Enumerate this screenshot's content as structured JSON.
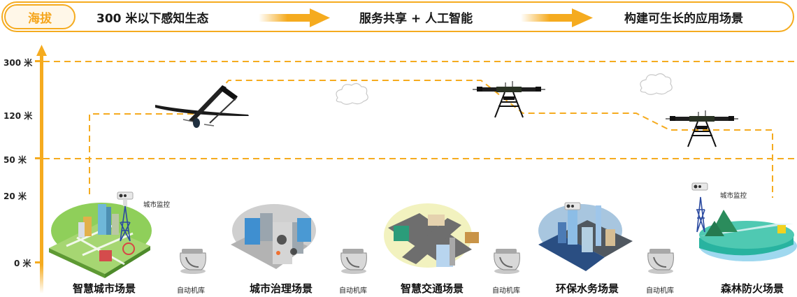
{
  "banner": {
    "pill_label": "海拔",
    "stage1": "300 米以下感知生态",
    "stage2": "服务共享 + 人工智能",
    "stage3": "构建可生长的应用场景"
  },
  "axis": {
    "ticks": [
      {
        "label": "300 米",
        "value": 300
      },
      {
        "label": "120 米",
        "value": 120
      },
      {
        "label": "50 米",
        "value": 50
      },
      {
        "label": "20 米",
        "value": 20
      },
      {
        "label": "0 米",
        "value": 0
      }
    ]
  },
  "scenes": [
    {
      "label": "智慧城市场景",
      "theme": "smart-city"
    },
    {
      "label": "城市治理场景",
      "theme": "urban-governance"
    },
    {
      "label": "智慧交通场景",
      "theme": "smart-traffic"
    },
    {
      "label": "环保水务场景",
      "theme": "environment-water"
    },
    {
      "label": "森林防火场景",
      "theme": "forest-fire"
    }
  ],
  "hangars": [
    {
      "label": "自动机库"
    },
    {
      "label": "自动机库"
    },
    {
      "label": "自动机库"
    },
    {
      "label": "自动机库"
    }
  ],
  "monitors": [
    {
      "label": "城市监控"
    },
    {
      "label": "城市监控"
    }
  ],
  "aircraft": [
    {
      "type": "fixed-wing-vtol"
    },
    {
      "type": "hexacopter"
    },
    {
      "type": "hexacopter"
    }
  ],
  "colors": {
    "accent": "#f5ab1f",
    "pill_fill": "#fff7e8",
    "text": "#1a1a1a"
  }
}
